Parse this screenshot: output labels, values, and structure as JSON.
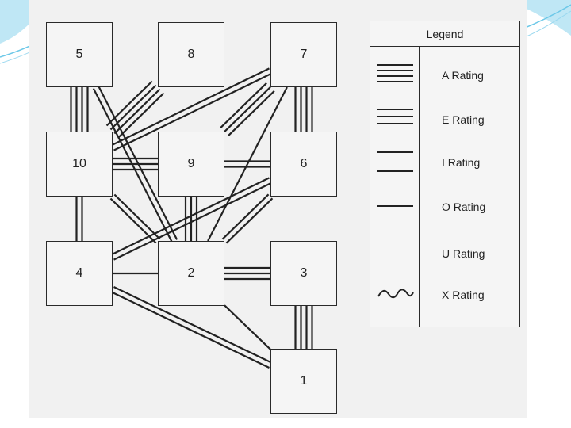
{
  "diagram": {
    "departments": [
      {
        "id": "5",
        "label": "5"
      },
      {
        "id": "8",
        "label": "8"
      },
      {
        "id": "7",
        "label": "7"
      },
      {
        "id": "10",
        "label": "10"
      },
      {
        "id": "9",
        "label": "9"
      },
      {
        "id": "6",
        "label": "6"
      },
      {
        "id": "4",
        "label": "4"
      },
      {
        "id": "2",
        "label": "2"
      },
      {
        "id": "3",
        "label": "3"
      },
      {
        "id": "1",
        "label": "1"
      }
    ],
    "relationships": [
      {
        "from": "5",
        "to": "10",
        "rating": "A"
      },
      {
        "from": "7",
        "to": "6",
        "rating": "A"
      },
      {
        "from": "3",
        "to": "1",
        "rating": "A"
      },
      {
        "from": "5",
        "to": "2",
        "rating": "I"
      },
      {
        "from": "8",
        "to": "10",
        "rating": "A"
      },
      {
        "from": "7",
        "to": "10",
        "rating": "I"
      },
      {
        "from": "7",
        "to": "9",
        "rating": "E"
      },
      {
        "from": "7",
        "to": "2",
        "rating": "O"
      },
      {
        "from": "6",
        "to": "2",
        "rating": "I"
      },
      {
        "from": "10",
        "to": "9",
        "rating": "E"
      },
      {
        "from": "9",
        "to": "6",
        "rating": "I"
      },
      {
        "from": "10",
        "to": "4",
        "rating": "I"
      },
      {
        "from": "10",
        "to": "2",
        "rating": "I"
      },
      {
        "from": "9",
        "to": "2",
        "rating": "E"
      },
      {
        "from": "4",
        "to": "6",
        "rating": "I"
      },
      {
        "from": "4",
        "to": "2",
        "rating": "O"
      },
      {
        "from": "2",
        "to": "3",
        "rating": "E"
      },
      {
        "from": "4",
        "to": "1",
        "rating": "I"
      },
      {
        "from": "2",
        "to": "1",
        "rating": "O"
      }
    ]
  },
  "legend": {
    "title": "Legend",
    "items": [
      {
        "rating": "A",
        "label": "A Rating",
        "lines": 4,
        "symbol": "lines"
      },
      {
        "rating": "E",
        "label": "E Rating",
        "lines": 3,
        "symbol": "lines"
      },
      {
        "rating": "I",
        "label": "I Rating",
        "lines": 2,
        "symbol": "lines"
      },
      {
        "rating": "O",
        "label": "O Rating",
        "lines": 1,
        "symbol": "lines"
      },
      {
        "rating": "U",
        "label": "U Rating",
        "lines": 0,
        "symbol": "none"
      },
      {
        "rating": "X",
        "label": "X Rating",
        "lines": 0,
        "symbol": "wave"
      }
    ]
  },
  "colors": {
    "line": "#222222",
    "accent": "#5bc4e8"
  }
}
